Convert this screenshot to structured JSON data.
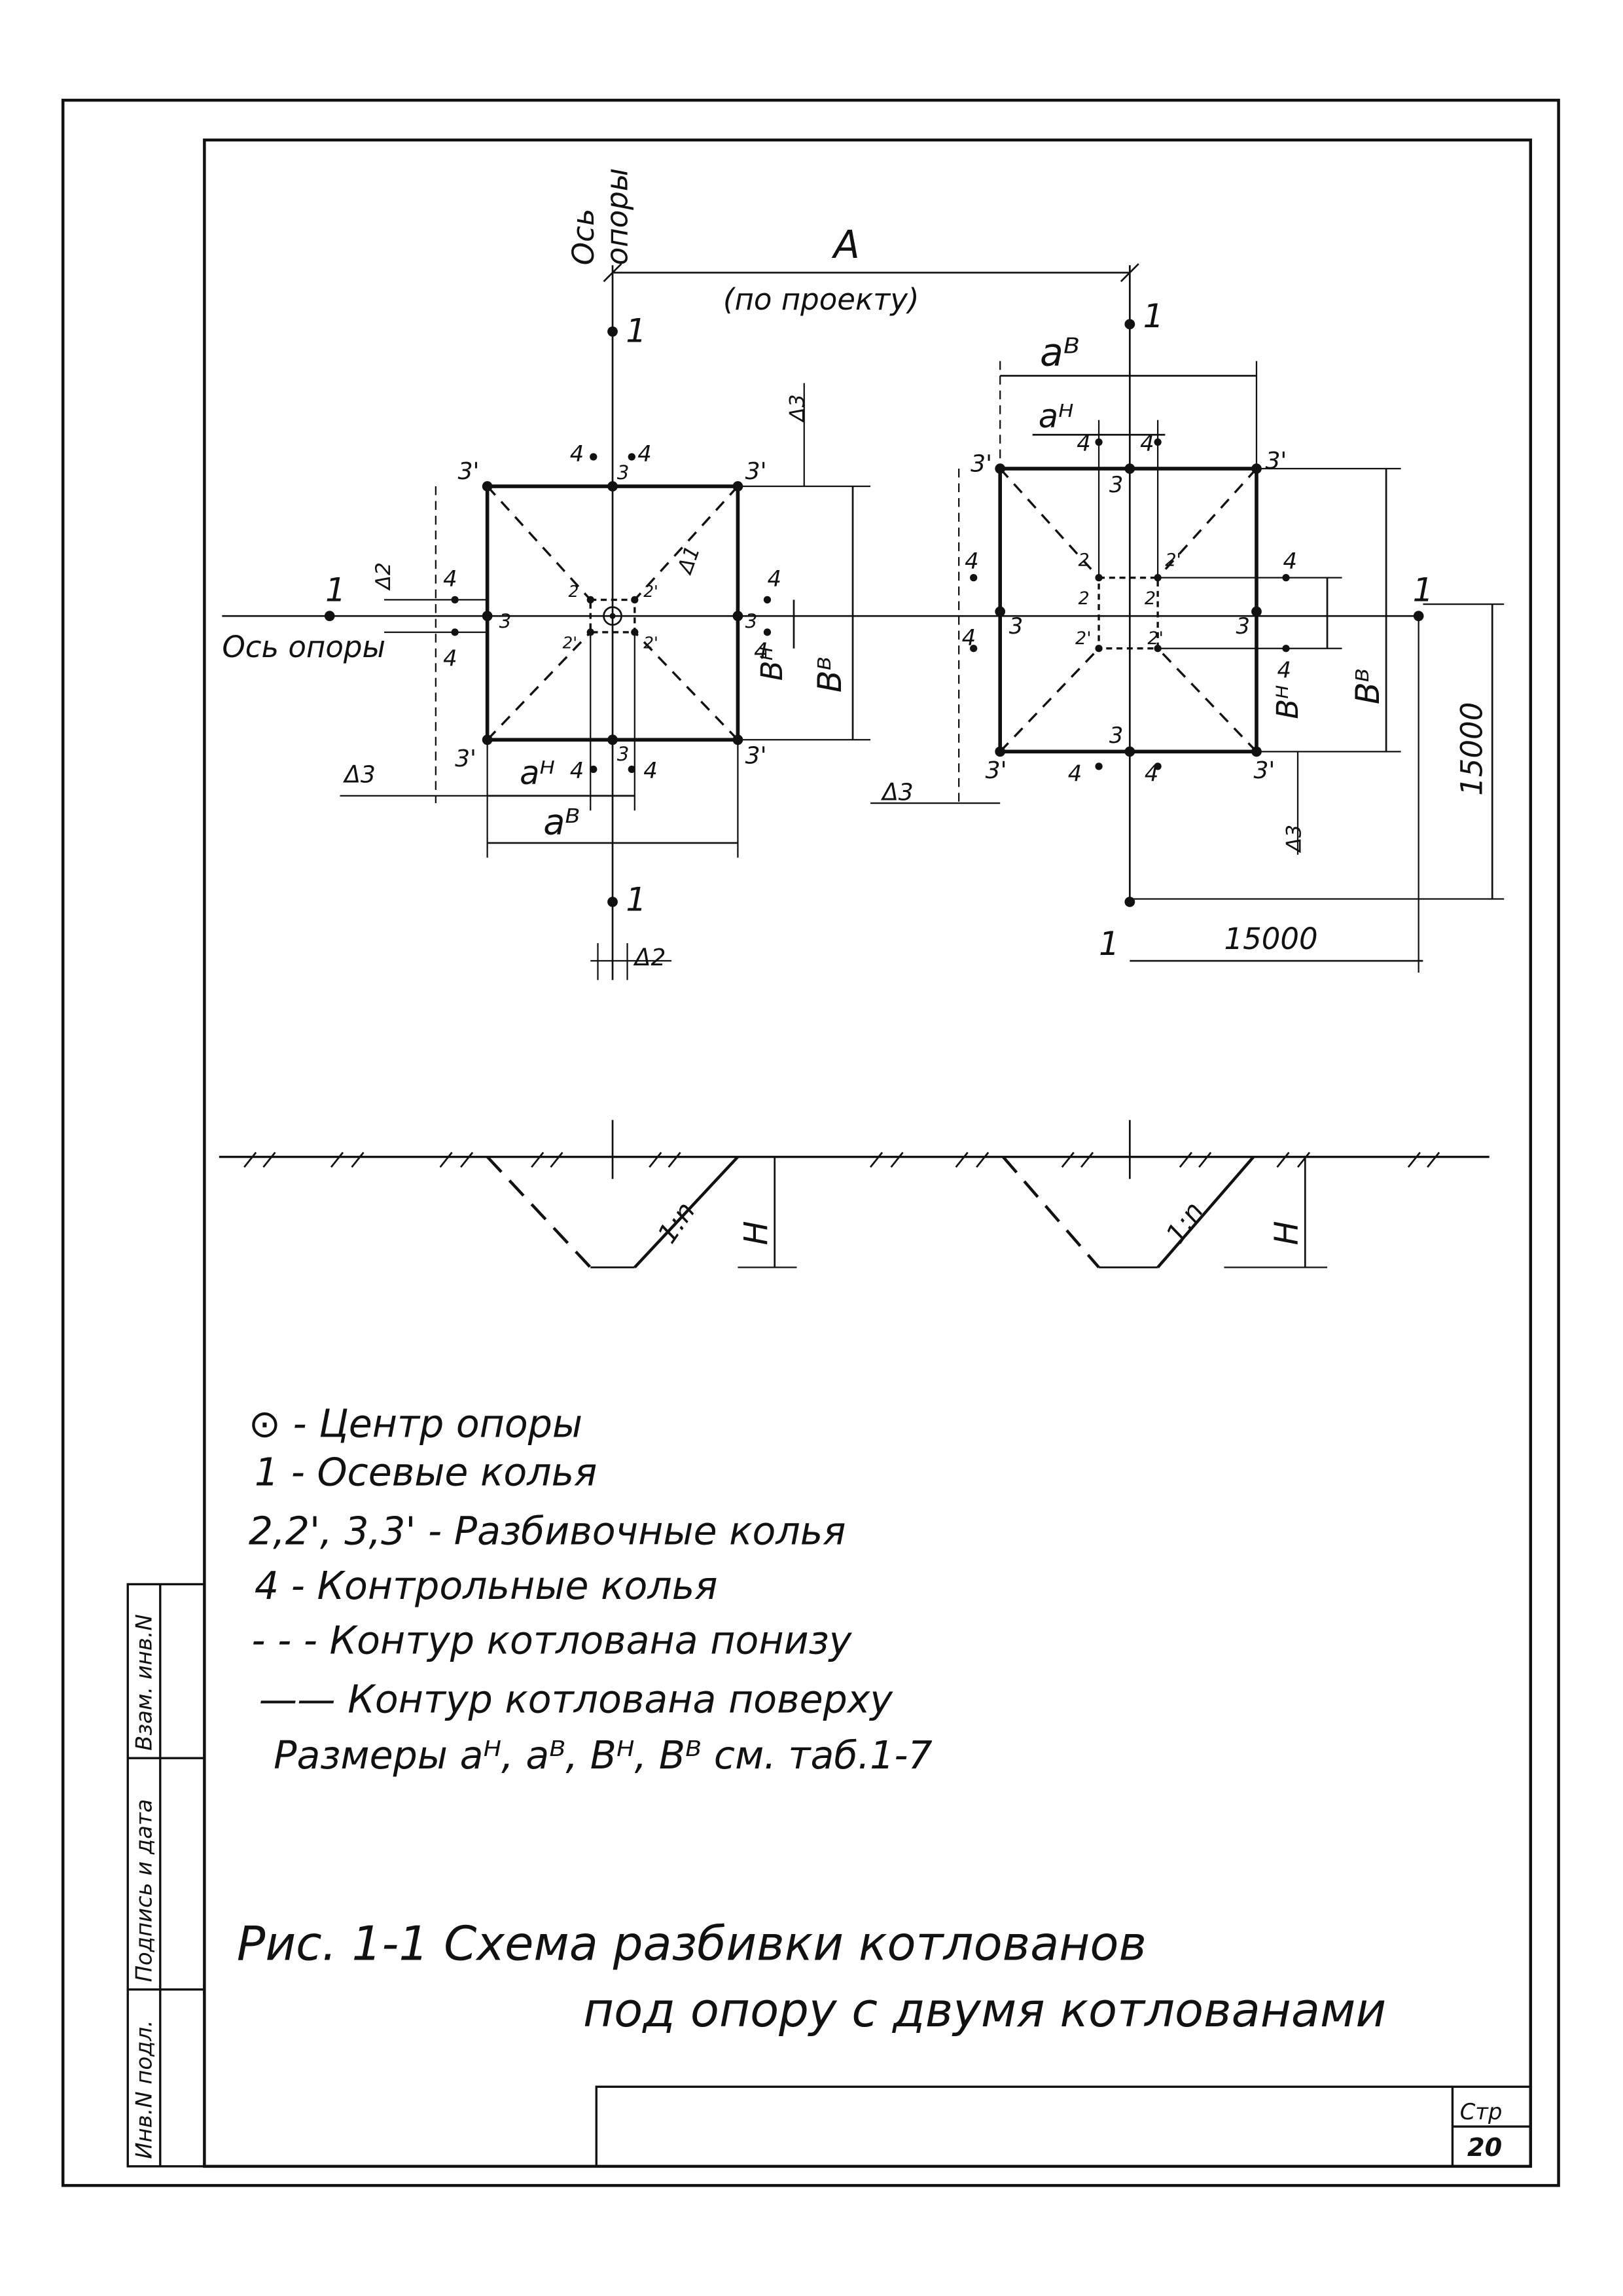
{
  "labels": {
    "axis_vertical": "Ось\nопоры",
    "axis_horizontal": "Ось опоры",
    "dim_a_name": "A",
    "dim_a_note": "(по проекту)",
    "stake_1": "1",
    "stake_2": "2",
    "stake_2p": "2'",
    "stake_3": "3",
    "stake_3p": "3'",
    "stake_4": "4",
    "a_top": "aᴮ",
    "a_bottom": "aᴴ",
    "a_b_left": "aᴮ",
    "b_top": "Bᴮ",
    "b_bottom": "Bᴴ",
    "delta_1": "Δ1",
    "delta_2": "Δ2",
    "delta_3": "Δ3",
    "slope": "1:n",
    "depth": "H",
    "dim_15000": "15000"
  },
  "legend": [
    "⊙ - Центр опоры",
    "1 - Осевые колья",
    "2,2', 3,3' - Разбивочные колья",
    "4 - Контрольные колья",
    "- - - Контур котлована понизу",
    "—— Контур котлована поверху",
    "Размеры aᴴ, aᴮ, Bᴴ, Bᴮ  см. таб.1-7"
  ],
  "caption": {
    "line1": "Рис. 1-1  Схема разбивки котлованов",
    "line2": "под опору с двумя котлованами"
  },
  "stamp": {
    "col1": "Инв.N подл.",
    "col2": "Подпись и дата",
    "col3": "Взам. инв.N",
    "page_label": "Стр",
    "page_number": "20"
  }
}
